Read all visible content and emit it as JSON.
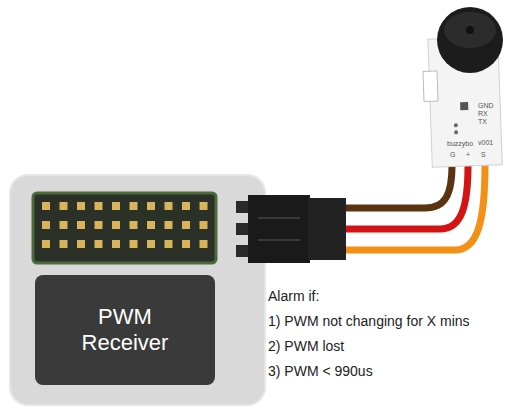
{
  "diagram": {
    "nodes": [
      {
        "text": [
          "PWM Receiver"
        ]
      }
    ],
    "labels": [
      "GND",
      "RX",
      "TX",
      "buzzybo",
      "v001",
      "G",
      "+",
      "S",
      "Alarm if:",
      "1) PWM not changing for X mins",
      "2) PWM lost",
      "3) PWM < 990us"
    ]
  }
}
